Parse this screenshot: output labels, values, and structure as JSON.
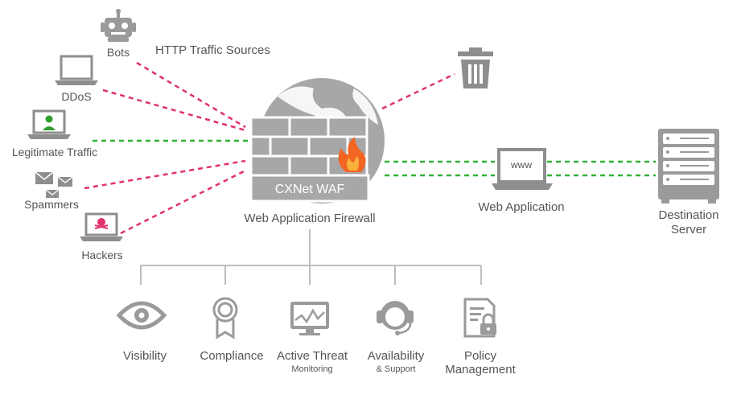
{
  "sources": {
    "title": "HTTP Traffic Sources",
    "bots": "Bots",
    "ddos": "DDoS",
    "legitimate": "Legitimate Traffic",
    "spammers": "Spammers",
    "hackers": "Hackers"
  },
  "waf": {
    "brand": "CXNet WAF",
    "label": "Web Application Firewall"
  },
  "webapp": {
    "label": "Web Application",
    "screen_text": "www"
  },
  "server": {
    "line1": "Destination",
    "line2": "Server"
  },
  "features": [
    {
      "label": "Visibility",
      "sub": ""
    },
    {
      "label": "Compliance",
      "sub": ""
    },
    {
      "label": "Active Threat",
      "sub": "Monitoring"
    },
    {
      "label": "Availability",
      "sub": "& Support"
    },
    {
      "label": "Policy",
      "sub": "Management"
    }
  ],
  "colors": {
    "malicious": "#e0326e",
    "legitimate": "#33b233",
    "icon_gray": "#9a9a9a",
    "flame": "#f26522"
  }
}
